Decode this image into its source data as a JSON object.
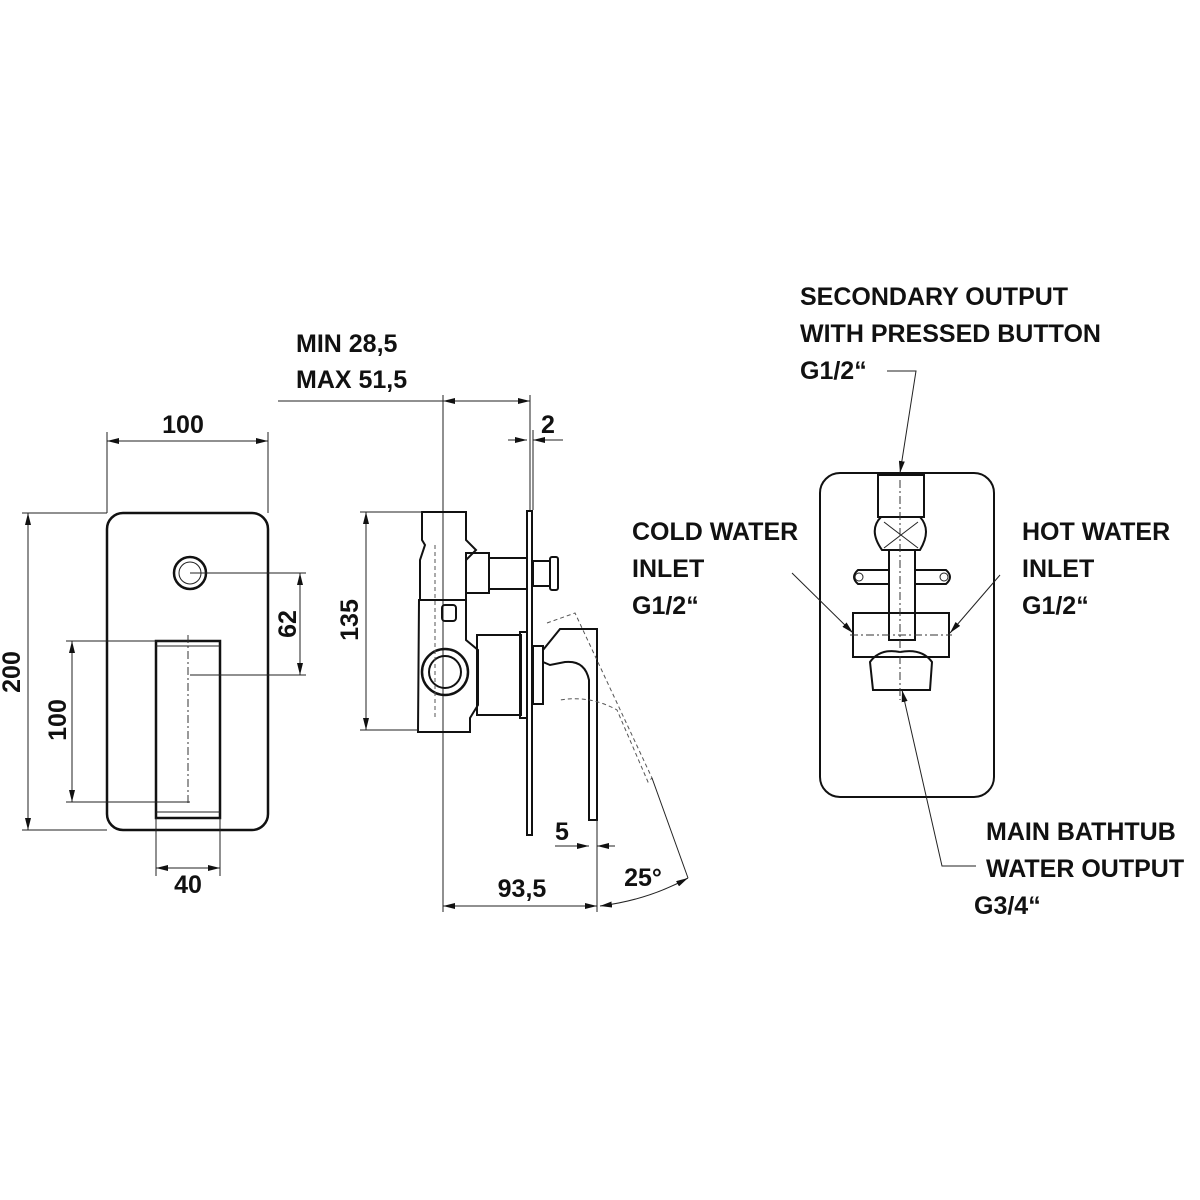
{
  "front_view": {
    "width": "100",
    "height": "200",
    "button_offset": "62",
    "handle_height": "100",
    "handle_width": "40"
  },
  "side_view": {
    "depth_min": "MIN 28,5",
    "depth_max": "MAX 51,5",
    "plate_thickness": "2",
    "body_height": "135",
    "handle_gap": "5",
    "total_depth": "93,5",
    "rotation_angle": "25°"
  },
  "back_view": {
    "secondary_output": [
      "SECONDARY OUTPUT",
      "WITH PRESSED BUTTON",
      "G1/2“"
    ],
    "cold_inlet": [
      "COLD WATER",
      "INLET",
      "G1/2“"
    ],
    "hot_inlet": [
      "HOT WATER",
      "INLET",
      "G1/2“"
    ],
    "main_output": [
      "MAIN BATHTUB",
      "WATER OUTPUT",
      "G3/4“"
    ]
  }
}
